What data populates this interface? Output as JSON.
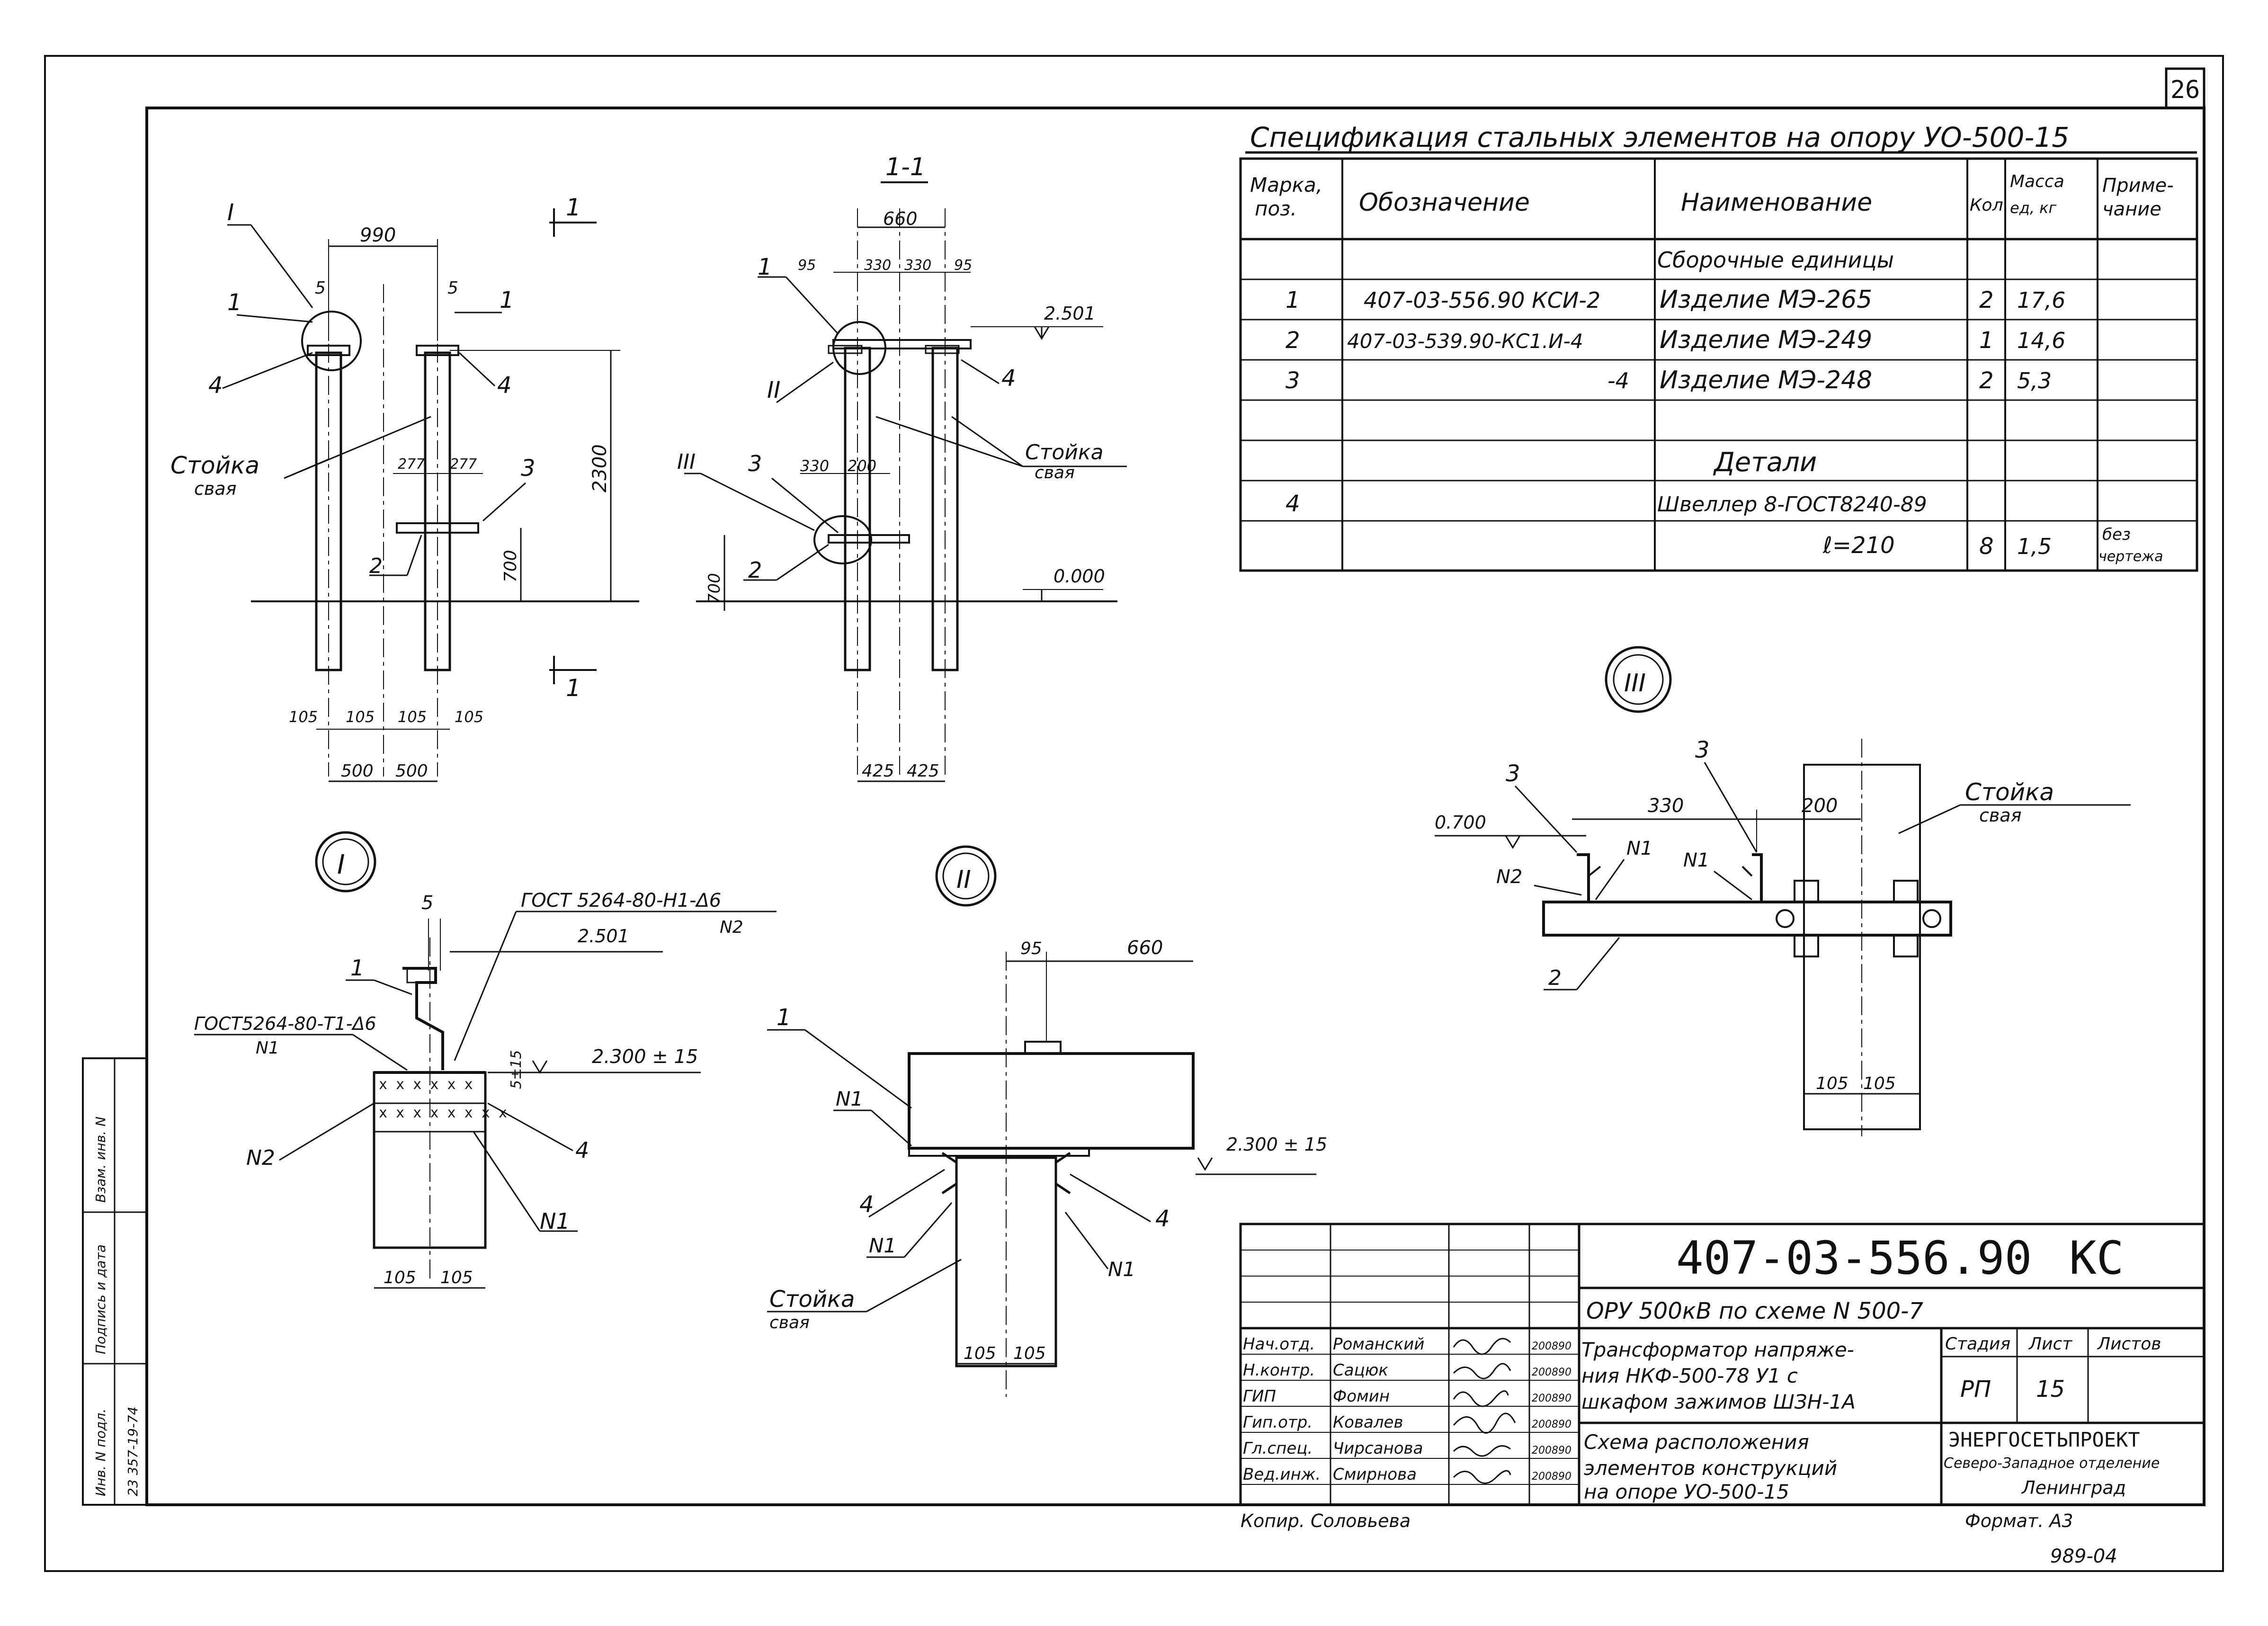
{
  "sheet": {
    "number": "26",
    "scan_code": "989-04"
  },
  "spec_table": {
    "title": "Спецификация стальных элементов на опору УО-500-15",
    "headers": {
      "mark": [
        "Марка,",
        "поз."
      ],
      "designation": "Обозначение",
      "name": "Наименование",
      "qty": "Кол.",
      "mass": [
        "Масса",
        "ед, кг"
      ],
      "note": [
        "Приме-",
        "чание"
      ]
    },
    "section_assemblies": "Сборочные единицы",
    "rows_assemblies": [
      {
        "mark": "1",
        "designation": "407-03-556.90 КСИ-2",
        "name": "Изделие МЭ-265",
        "qty": "2",
        "mass": "17,6",
        "note": ""
      },
      {
        "mark": "2",
        "designation": "407-03-539.90-КС1.И-4",
        "name": "Изделие МЭ-249",
        "qty": "1",
        "mass": "14,6",
        "note": ""
      },
      {
        "mark": "3",
        "designation": "-4",
        "name": "Изделие МЭ-248",
        "qty": "2",
        "mass": "5,3",
        "note": ""
      }
    ],
    "section_details": "Детали",
    "rows_details": [
      {
        "mark": "4",
        "designation": "",
        "name": "Швеллер 8-ГОСТ8240-89",
        "qty": "",
        "mass": "",
        "note": ""
      },
      {
        "mark": "",
        "designation": "",
        "name": "ℓ=210",
        "qty": "8",
        "mass": "1,5",
        "note": [
          "без",
          "чертежа"
        ]
      }
    ]
  },
  "view_front": {
    "dims": {
      "top": "990",
      "s_left": "5",
      "s_right": "5",
      "d277a": "277",
      "d277b": "277",
      "h2300": "2300",
      "h700": "700",
      "b105a": "105",
      "b105b": "105",
      "b105c": "105",
      "b105d": "105",
      "b500a": "500",
      "b500b": "500"
    },
    "callouts": {
      "detail": "I",
      "p1a": "1",
      "p1b": "1",
      "p4a": "4",
      "p4b": "4",
      "p3": "3",
      "p2": "2"
    },
    "label_post": "Стойка",
    "label_pile": "свая",
    "section_mark": "1"
  },
  "view_section": {
    "title": "1-1",
    "dims": {
      "w660": "660",
      "d95a": "95",
      "d330a": "330",
      "d330b": "330",
      "d95b": "95",
      "d330c": "330",
      "d200": "200",
      "h700": "700",
      "b425a": "425",
      "b425b": "425"
    },
    "levels": {
      "top": "2.501",
      "ground": "0.000"
    },
    "callouts": {
      "p1": "1",
      "p4": "4",
      "p3": "3",
      "p2": "2",
      "det2": "II",
      "det3": "III"
    },
    "label_post": "Стойка",
    "label_pile": "свая"
  },
  "detail_I": {
    "label": "I",
    "weld_n2": "ГОСТ 5264-80-Н1-Δ6",
    "weld_n2_tag": "N2",
    "weld_n1": "ГОСТ5264-80-Т1-Δ6",
    "weld_n1_tag": "N1",
    "dims": {
      "s": "5",
      "gap": "5±15",
      "b105a": "105",
      "b105b": "105"
    },
    "levels": {
      "top": "2.501",
      "mid": "2.300 ± 15"
    },
    "callouts": {
      "p1": "1",
      "p4": "4",
      "n2": "N2",
      "n1": "N1"
    }
  },
  "detail_II": {
    "label": "II",
    "dims": {
      "d95": "95",
      "d660": "660",
      "b105a": "105",
      "b105b": "105"
    },
    "levels": {
      "mid": "2.300 ± 15"
    },
    "callouts": {
      "p1": "1",
      "n1a": "N1",
      "p4a": "4",
      "p4b": "4",
      "n1b": "N1",
      "n1c": "N1"
    },
    "label_post": "Стойка",
    "label_pile": "свая"
  },
  "detail_III": {
    "label": "III",
    "dims": {
      "d330": "330",
      "d200": "200",
      "b105a": "105",
      "b105b": "105"
    },
    "levels": {
      "mid": "0.700"
    },
    "callouts": {
      "p3a": "3",
      "p3b": "3",
      "n1a": "N1",
      "n1b": "N1",
      "n2": "N2",
      "p2": "2"
    },
    "label_post": "Стойка",
    "label_pile": "свая"
  },
  "title_block": {
    "code": "407-03-556.90",
    "code_suffix": "КС",
    "project": "ОРУ 500кВ по схеме N 500-7",
    "object": [
      "Трансформатор напряже-",
      "ния НКФ-500-78 У1 с",
      "шкафом зажимов ШЗН-1А"
    ],
    "sheet_title": [
      "Схема расположения",
      "элементов конструкций",
      "на опоре УО-500-15"
    ],
    "hdr_stage": "Стадия",
    "hdr_sheet": "Лист",
    "hdr_sheets": "Листов",
    "stage": "РП",
    "sheet_no": "15",
    "org": [
      "ЭНЕРГОСЕТЬПРОЕКТ",
      "Северо-Западное отделение",
      "Ленинград"
    ],
    "signatures": [
      {
        "role": "Нач.отд.",
        "name": "Романский",
        "date": "200890"
      },
      {
        "role": "Н.контр.",
        "name": "Сацюк",
        "date": "200890"
      },
      {
        "role": "ГИП",
        "name": "Фомин",
        "date": "200890"
      },
      {
        "role": "Гип.отр.",
        "name": "Ковалев",
        "date": "200890"
      },
      {
        "role": "Гл.спец.",
        "name": "Чирсанова",
        "date": "200890"
      },
      {
        "role": "Вед.инж.",
        "name": "Смирнова",
        "date": "200890"
      }
    ],
    "copied_by": "Копир. Соловьева",
    "format": "Формат. А3"
  },
  "side_stamp": {
    "inv": "Инв. N подл.",
    "sign_date": "Подпись и дата",
    "replace": "Взам. инв. N",
    "inv_value": "23 357-19-74"
  }
}
